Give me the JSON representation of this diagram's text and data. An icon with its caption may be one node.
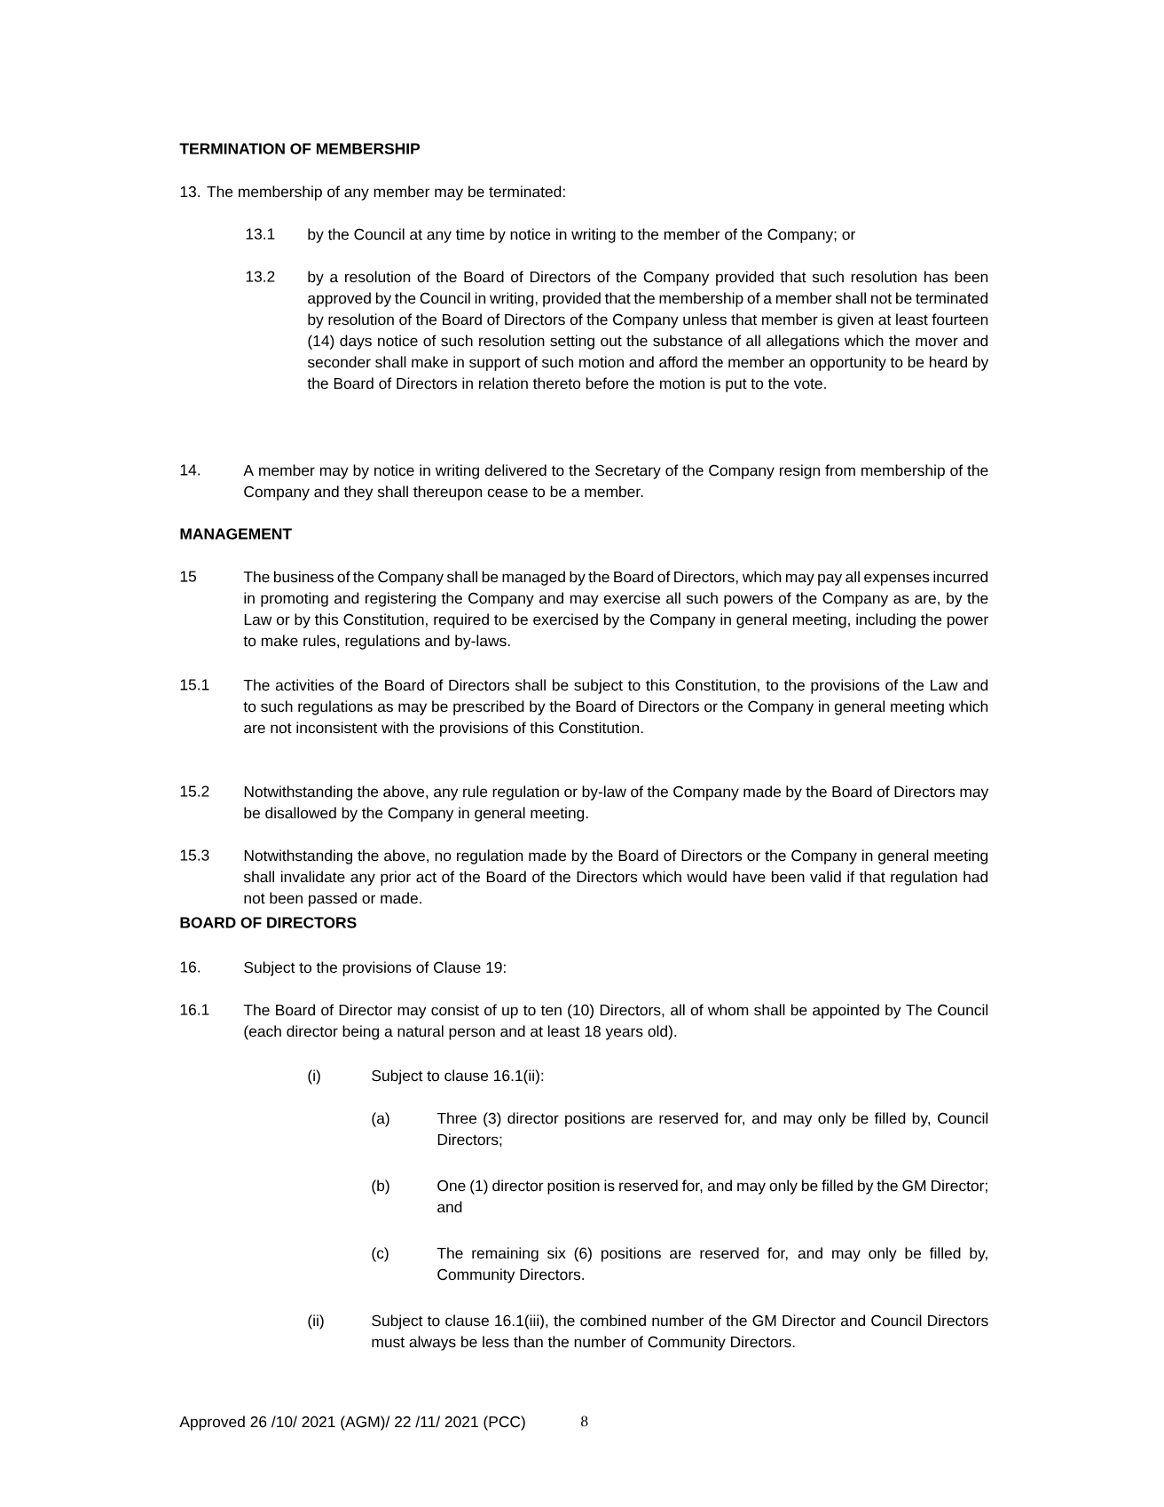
{
  "diagram": {
    "labels": [
      "TERMINATION OF MEMBERSHIP",
      "13. The membership of any member may be terminated:",
      "13.1",
      "by the Council at any time by notice in writing to the member of the Company; or",
      "13.2",
      "by a resolution of the Board of Directors of the Company provided that such resolution has been approved by the Council in writing, provided that the membership of a member shall not be terminated by resolution of the Board of Directors of the Company unless that member is given at least fourteen (14) days notice of such resolution setting out the substance of all allegations which the mover and seconder shall make in support of such motion and afford the member an opportunity to be heard by the Board of Directors in relation thereto before the motion is put to the vote.",
      "14.",
      "A member may by notice in writing delivered to the Secretary of the Company resign from membership of the Company and they shall thereupon cease to be a member.",
      "MANAGEMENT",
      "15",
      "The business of the Company shall be managed by the Board of Directors, which may pay all expenses incurred in promoting and registering the Company and may exercise all such powers of the Company as are, by the Law or by this Constitution, required to be exercised by the Company in general meeting, including the power to make rules, regulations and by-laws.",
      "15.1",
      "The activities of the Board of Directors shall be subject to this Constitution, to the provisions of the Law and to such regulations as may be prescribed by the Board of Directors or the Company in general meeting which are not inconsistent with the provisions of this Constitution.",
      "15.2",
      "Notwithstanding the above, any rule regulation or by-law of the Company made by the Board of Directors may be disallowed by the Company in general meeting.",
      "15.3",
      "Notwithstanding the above, no regulation made by the Board of Directors or the Company in general meeting shall invalidate any prior act of the Board of the Directors which would have been valid if that regulation had not been passed or made.",
      "BOARD OF DIRECTORS",
      "16.",
      "Subject to the provisions of Clause 19:",
      "16.1",
      "The Board of Director may consist of up to ten (10) Directors, all of whom shall be appointed by The Council (each director being a natural person and at least 18 years old).",
      "(i)",
      "Subject to clause 16.1(ii):",
      "(a)",
      "Three (3) director positions are reserved for, and may only be filled by, Council Directors;",
      "(b)",
      "One (1) director position is reserved for, and may only be filled by the GM Director; and",
      "(c)",
      "The remaining six (6) positions are reserved for, and may only be filled by, Community Directors.",
      "(ii)",
      "Subject to clause 16.1(iii), the combined number of the GM Director and Council Directors must always be less than the number of Community Directors.",
      "Approved 26 /10/ 2021 (AGM)/ 22 /11/ 2021 (PCC)",
      "8"
    ]
  }
}
